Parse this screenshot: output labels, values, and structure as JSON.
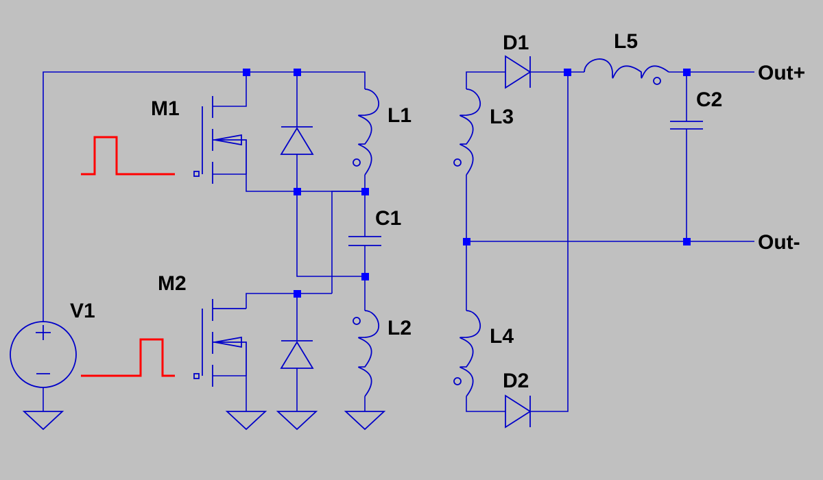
{
  "components": {
    "v1": "V1",
    "m1": "M1",
    "m2": "M2",
    "l1": "L1",
    "l2": "L2",
    "l3": "L3",
    "l4": "L4",
    "l5": "L5",
    "c1": "C1",
    "c2": "C2",
    "d1": "D1",
    "d2": "D2"
  },
  "ports": {
    "out_plus": "Out+",
    "out_minus": "Out-"
  },
  "colors": {
    "background": "#c0c0c0",
    "wire": "#0000c8",
    "junction": "#0000ff",
    "gate_pulse": "#ff0000",
    "label": "#000000"
  }
}
